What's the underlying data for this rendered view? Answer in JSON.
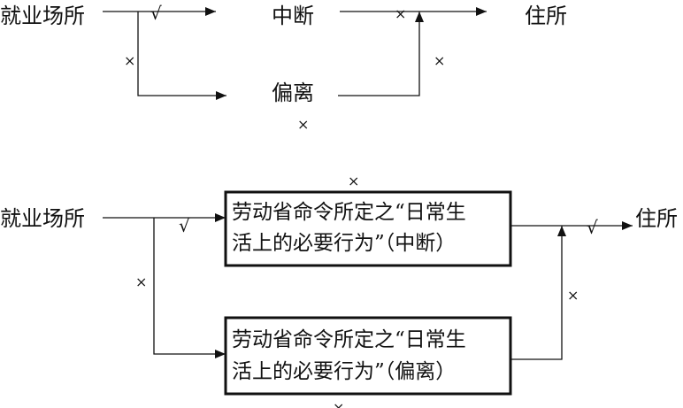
{
  "diagram": {
    "top": {
      "start": "就业场所",
      "interrupt": "中断",
      "deviate": "偏离",
      "end": "住所"
    },
    "bottom": {
      "start": "就业场所",
      "box1": {
        "line1": "劳动省命令所定之“日常生",
        "line2": "活上的必要行为”（中断）"
      },
      "box2": {
        "line1": "劳动省命令所定之“日常生",
        "line2": "活上的必要行为”（偏离）"
      },
      "end": "住所"
    },
    "marks": {
      "allowed": "√",
      "blocked": "×"
    }
  }
}
